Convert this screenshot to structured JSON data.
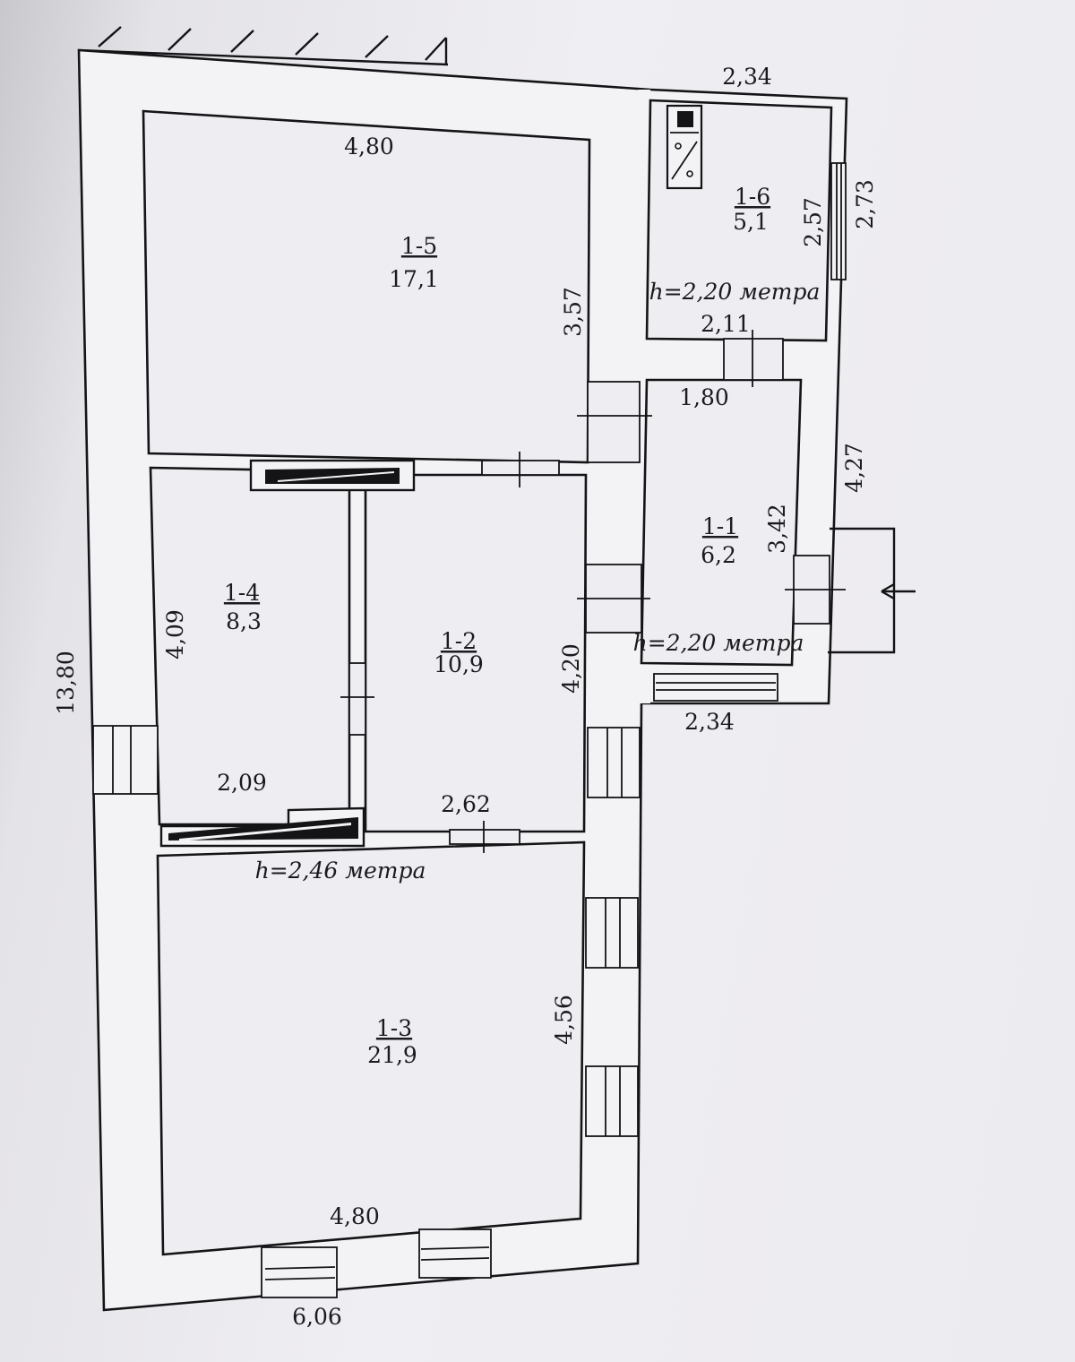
{
  "rooms": [
    {
      "id": "1-1",
      "area": "6,2"
    },
    {
      "id": "1-2",
      "area": "10,9"
    },
    {
      "id": "1-3",
      "area": "21,9"
    },
    {
      "id": "1-4",
      "area": "8,3"
    },
    {
      "id": "1-5",
      "area": "17,1"
    },
    {
      "id": "1-6",
      "area": "5,1"
    }
  ],
  "dimensions": {
    "overall_length": "13,80",
    "overall_width": "6,06",
    "room_1_5_width": "4,80",
    "room_1_5_height": "3,57",
    "room_1_3_width": "4,80",
    "room_1_3_height": "4,56",
    "room_1_2_width": "2,62",
    "room_1_2_height": "4,20",
    "room_1_4_width": "2,09",
    "room_1_4_height": "4,09",
    "room_1_6_top": "2,34",
    "room_1_6_bottom": "2,11",
    "room_1_6_inner_height": "2,57",
    "room_1_6_outer_height": "2,73",
    "room_1_1_top": "1,80",
    "room_1_1_height": "3,42",
    "annex_outer_height": "4,27",
    "annex_bottom": "2,34"
  },
  "heights": {
    "main": "h=2,46 метра",
    "annex_upper": "h=2,20 метра",
    "annex_lower": "h=2,20 метра"
  }
}
